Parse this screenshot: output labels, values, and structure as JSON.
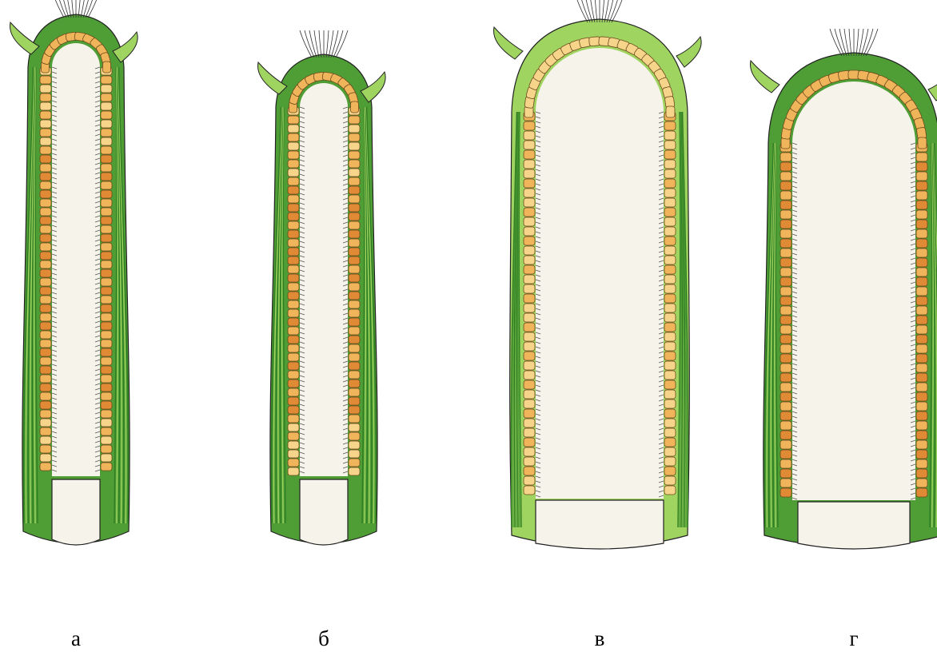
{
  "figure": {
    "panels": [
      {
        "id": "a",
        "label": "а",
        "shape": "slender",
        "kernel_tone": "orange-center",
        "husk": "dark-green"
      },
      {
        "id": "b",
        "label": "б",
        "shape": "slender",
        "kernel_tone": "orange-center",
        "husk": "dark-green-with-light-tip"
      },
      {
        "id": "v",
        "label": "в",
        "shape": "wide",
        "kernel_tone": "pale-yellow",
        "husk": "light-green"
      },
      {
        "id": "g",
        "label": "г",
        "shape": "wide",
        "kernel_tone": "orange",
        "husk": "mixed-green"
      }
    ],
    "colors": {
      "husk_dark": "#2f7d22",
      "husk_mid": "#4f9e35",
      "husk_light": "#9fd460",
      "kernel_light": "#f6d58a",
      "kernel_mid": "#f0b55a",
      "kernel_dark": "#e08a35",
      "cob": "#f6f3ea",
      "outline": "#222222"
    }
  }
}
